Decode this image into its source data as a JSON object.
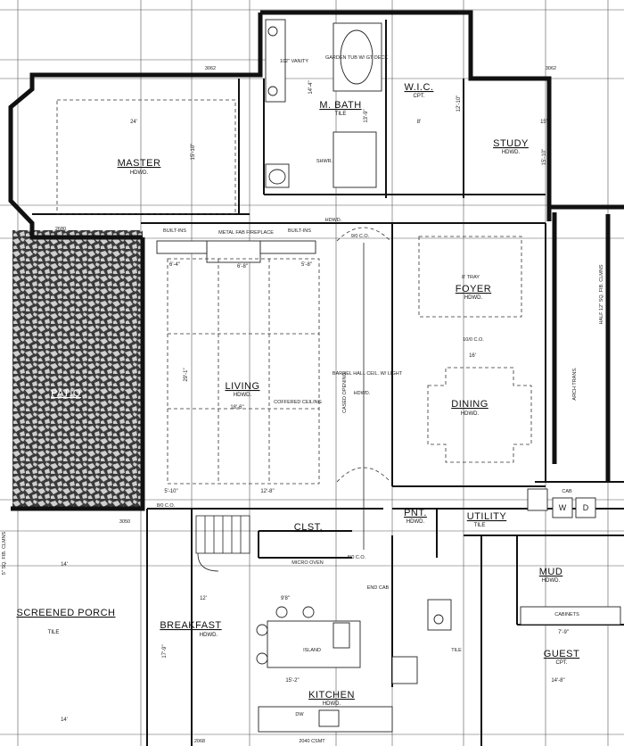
{
  "rooms": {
    "master": {
      "name": "MASTER",
      "floor": "HDWD."
    },
    "mbath": {
      "name": "M. BATH",
      "floor": "TILE"
    },
    "wic": {
      "name": "W.I.C.",
      "floor": "CPT."
    },
    "study": {
      "name": "STUDY",
      "floor": "HDWD."
    },
    "patio": {
      "name": "PATIO"
    },
    "living": {
      "name": "LIVING",
      "floor": "HDWD.",
      "size": "18'-6\""
    },
    "foyer": {
      "name": "FOYER",
      "floor": "HDWD."
    },
    "dining": {
      "name": "DINING",
      "floor": "HDWD."
    },
    "screened_porch": {
      "name": "SCREENED PORCH",
      "floor": "TILE"
    },
    "breakfast": {
      "name": "BREAKFAST",
      "floor": "HDWD."
    },
    "kitchen": {
      "name": "KITCHEN",
      "floor": "HDWD."
    },
    "closet": {
      "name": "CLST."
    },
    "pantry": {
      "name": "PNT.",
      "floor": "HDWD."
    },
    "utility": {
      "name": "UTILITY",
      "floor": "TILE"
    },
    "mud": {
      "name": "MUD",
      "floor": "HDWD."
    },
    "guest": {
      "name": "GUEST",
      "floor": "CPT."
    }
  },
  "notes": {
    "garden_tub": "GARDEN TUB W/ GT DECK",
    "vanity": "102\" VANITY",
    "shower": "SHWR.",
    "built_in_left": "BUILT-INS",
    "built_in_right": "BUILT-INS",
    "fireplace": "METAL FAB FIREPLACE",
    "coffered": "COFFERED CEILING",
    "barrel": "BARREL HALL CEIL. W/ LIGHT",
    "cased_opening": "CASED OPENING",
    "tray": "8' TRAY",
    "co_10": "10/0 C.O.",
    "co_8a": "8/0 C.O.",
    "co_8b": "8/0 C.O.",
    "co_9": "9/0 C.O.",
    "island": "ISLAND",
    "end_cab": "END CAB",
    "cabinets": "CABINETS",
    "micro_oven": "MICRO  OVEN",
    "dw": "DW",
    "hdwd": "HDWD.",
    "hdwd2": "HDWD.",
    "tile": "TILE",
    "cab": "CAB",
    "w": "W",
    "d": "D",
    "half_col": "HALF 12\" SQ. FIB. CLMNS",
    "arch_trans": "ARCH TRANS.",
    "screened_clmns": "5\" SQ. FIB. CLMNS",
    "door_2680": "2680",
    "door_3050": "3050",
    "door_3062a": "3062",
    "door_3062b": "3062",
    "door_2068": "2068",
    "door_2048": "2040 CSMT"
  },
  "dims": {
    "master_w": "24'",
    "master_d": "15'-10\"",
    "study_w": "15'",
    "study_d": "15'-10\"",
    "liv_a": "6'-4\"",
    "liv_b": "6'-8\"",
    "liv_c": "5'-8\"",
    "liv_d": "29'-1\"",
    "liv_e": "5'-10\"",
    "liv_f": "12'-8\"",
    "din_w": "16'",
    "brk_a": "12'",
    "brk_b": "9'8\"",
    "brk_c": "17'-9\"",
    "kit_a": "15'-2\"",
    "porch_a": "14'",
    "porch_b": "14'",
    "guest_a": "14'-8\"",
    "guest_b": "7'-9\"",
    "bath_a": "13'-9\"",
    "bath_b": "14'-4\"",
    "wic_a": "8'",
    "wic_b": "12'-10\""
  }
}
